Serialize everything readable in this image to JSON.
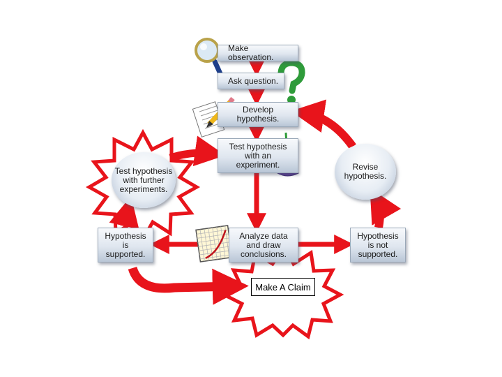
{
  "diagram": {
    "steps": {
      "observe": "Make observation.",
      "question": "Ask question.",
      "hypothesis": "Develop\nhypothesis.",
      "test": "Test hypothesis\nwith an\nexperiment.",
      "analyze": "Analyze data\nand draw\nconclusions.",
      "supported": "Hypothesis\nis\nsupported.",
      "not_supported": "Hypothesis\nis not\nsupported.",
      "revise": "Revise\nhypothesis.",
      "further": "Test hypothesis\nwith further\nexperiments.",
      "claim": "Make A Claim"
    },
    "colors": {
      "arrow": "#e8141b",
      "arrow_outline": "#c00000",
      "box_border": "#9aa8b8",
      "icon_green": "#2e9b3a",
      "flask_purple": "#5a3b96"
    },
    "icons": [
      "magnifier-icon",
      "question-mark-icon",
      "pencil-paper-icon",
      "flask-icon",
      "graph-chart-icon"
    ]
  }
}
